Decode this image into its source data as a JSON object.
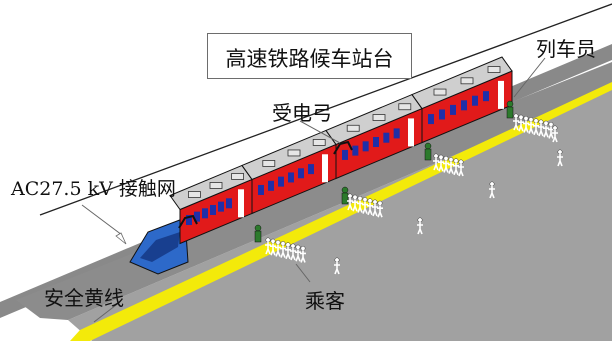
{
  "title": "高速铁路候车站台",
  "labels": {
    "conductor": "列车员",
    "pantograph": "受电弓",
    "catenary": "AC27.5 kV 接触网",
    "safety_line": "安全黄线",
    "passengers": "乘客"
  },
  "colors": {
    "platform_top": "#a1a1a1",
    "platform_side": "#898989",
    "safety_line": "#f3ea0a",
    "car_body": "#e11a1a",
    "car_roof": "#cfcfcf",
    "window": "#1f2fa8",
    "nose": "#2d69c9",
    "staff": "#2c7a2c",
    "passenger": "#ffffff"
  },
  "icons": {
    "pantograph": "pantograph-icon",
    "conductor": "conductor-figure",
    "passenger": "passenger-figure"
  }
}
